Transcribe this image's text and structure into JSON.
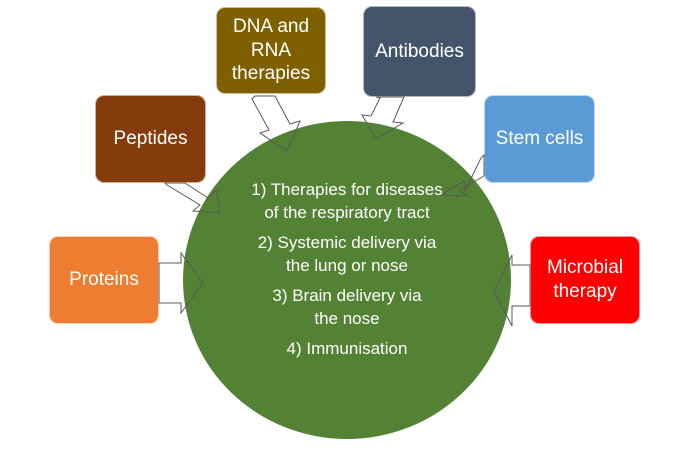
{
  "diagram": {
    "center": {
      "color": "#548235",
      "items": [
        "1) Therapies for diseases\nof the respiratory tract",
        "2) Systemic delivery via\nthe lung or nose",
        "3) Brain delivery via\nthe nose",
        "4) Immunisation"
      ]
    },
    "boxes": [
      {
        "id": "dna-rna",
        "label": "DNA and\nRNA\ntherapies",
        "color": "#7F6000"
      },
      {
        "id": "antibodies",
        "label": "Antibodies",
        "color": "#44546A"
      },
      {
        "id": "peptides",
        "label": "Peptides",
        "color": "#843C0C"
      },
      {
        "id": "stem-cells",
        "label": "Stem cells",
        "color": "#5B9BD5"
      },
      {
        "id": "proteins",
        "label": "Proteins",
        "color": "#ED7D31"
      },
      {
        "id": "microbial",
        "label": "Microbial\ntherapy",
        "color": "#FF0000"
      }
    ],
    "arrow_style": "hollow-block-arrow",
    "arrow_stroke": "#595959"
  }
}
